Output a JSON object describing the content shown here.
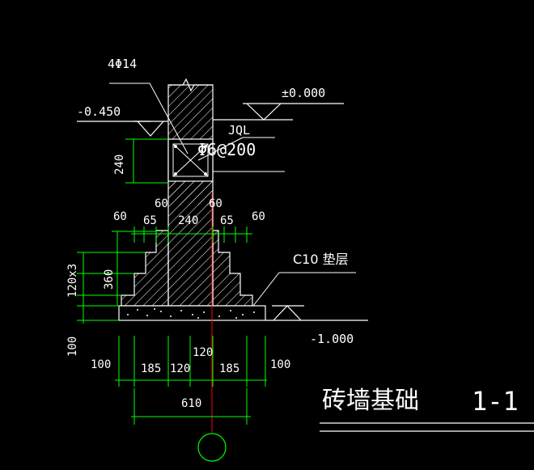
{
  "labels": {
    "rebar_main": "4Φ14",
    "elev_zero": "±0.000",
    "elev_ground": "-0.450",
    "beam_code": "JQL",
    "stirrup": "Φ6@200",
    "beam_height": "240",
    "cushion": "C10  垫层",
    "elev_bottom": "-1.000",
    "title": "砖墙基础",
    "section": "1-1"
  },
  "dims": {
    "d60a": "60",
    "d60b": "60",
    "d60l": "60",
    "d65l": "65",
    "d240": "240",
    "d65r": "65",
    "d60r": "60",
    "steps": "120x3",
    "h360": "360",
    "h100": "100",
    "b100l": "100",
    "b185l": "185",
    "b120l": "120",
    "b120top": "120",
    "b185r": "185",
    "b100r": "100",
    "total": "610"
  },
  "colors": {
    "dim_line": "#00ff00",
    "outline": "#ffffff",
    "axis": "#ff0000"
  }
}
